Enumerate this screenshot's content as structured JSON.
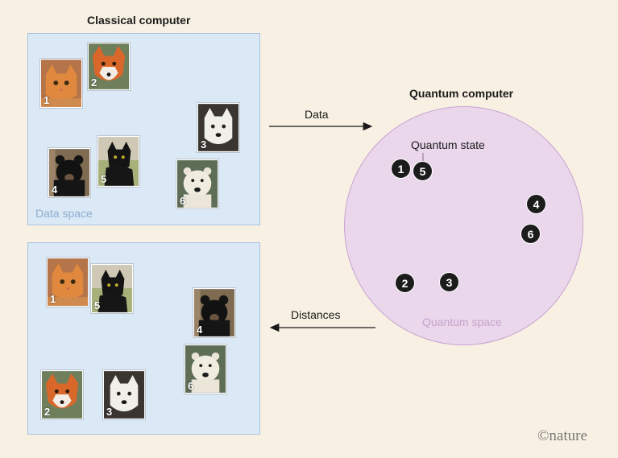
{
  "classical": {
    "title": "Classical computer",
    "data_space_label": "Data space",
    "top_panel_images": [
      {
        "number": "1",
        "animal": "cat"
      },
      {
        "number": "2",
        "animal": "fox"
      },
      {
        "number": "3",
        "animal": "white-dog"
      },
      {
        "number": "4",
        "animal": "black-bear"
      },
      {
        "number": "5",
        "animal": "black-cat"
      },
      {
        "number": "6",
        "animal": "polar-bear"
      }
    ],
    "bottom_panel_images": [
      {
        "number": "1",
        "animal": "cat"
      },
      {
        "number": "5",
        "animal": "black-cat"
      },
      {
        "number": "4",
        "animal": "black-bear"
      },
      {
        "number": "6",
        "animal": "polar-bear"
      },
      {
        "number": "2",
        "animal": "fox"
      },
      {
        "number": "3",
        "animal": "white-dog"
      }
    ]
  },
  "quantum": {
    "title": "Quantum computer",
    "state_label": "Quantum state",
    "space_label": "Quantum space",
    "states": [
      "1",
      "5",
      "4",
      "6",
      "2",
      "3"
    ]
  },
  "arrows": {
    "data_label": "Data",
    "distances_label": "Distances"
  },
  "logo": {
    "text": "©nature"
  },
  "colors": {
    "background": "#f8f1e3",
    "panel": "#dbe8f5",
    "sphere": "#ead7ec",
    "state_dot": "#1c1c1c"
  }
}
